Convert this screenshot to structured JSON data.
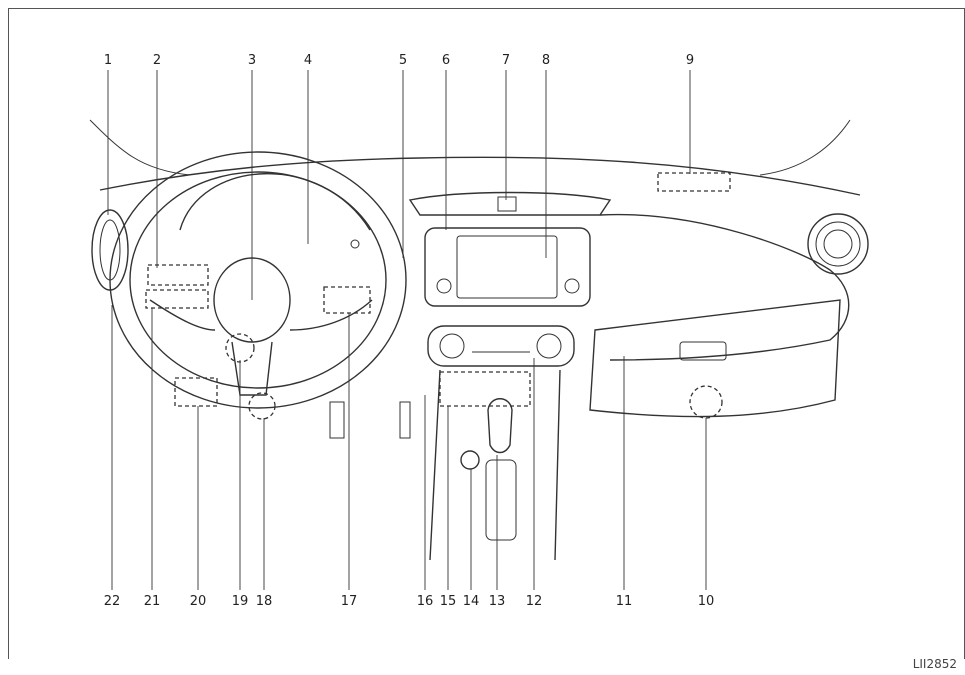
{
  "diagram": {
    "figure_code": "LII2852",
    "top_labels": [
      "1",
      "2",
      "3",
      "4",
      "5",
      "6",
      "7",
      "8",
      "9"
    ],
    "bottom_labels": [
      "22",
      "21",
      "20",
      "19",
      "18",
      "17",
      "16",
      "15",
      "14",
      "13",
      "12",
      "11",
      "10"
    ]
  }
}
